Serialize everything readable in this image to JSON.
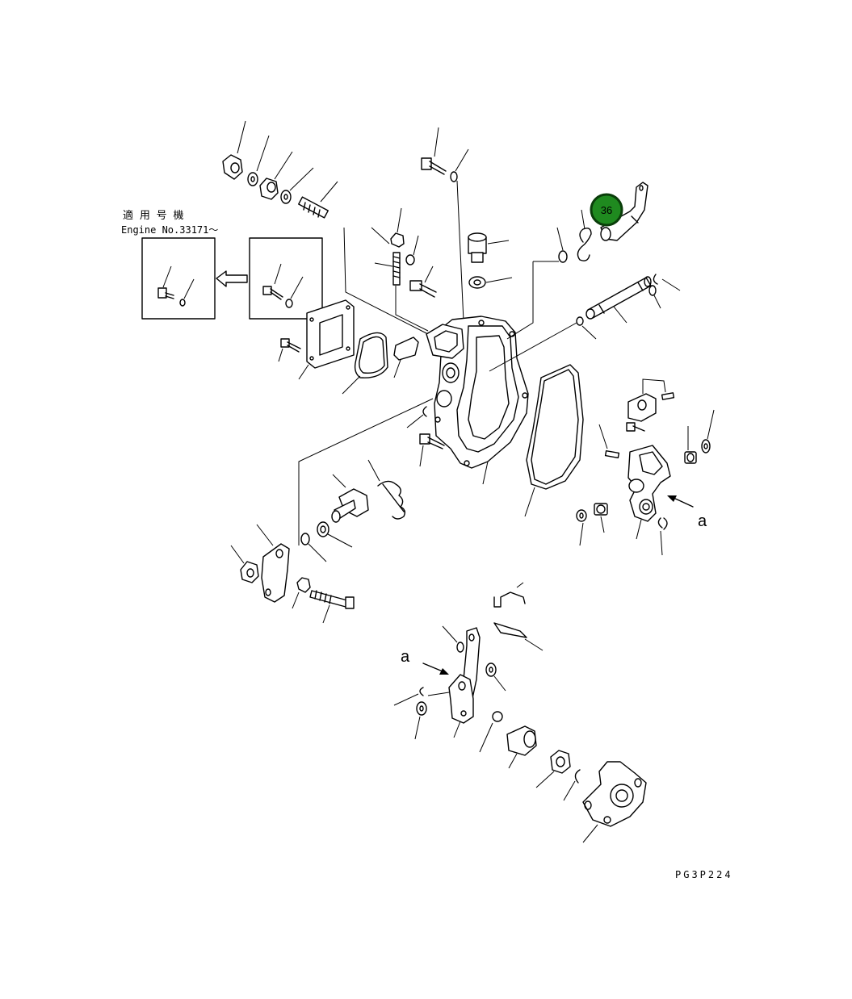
{
  "header": {
    "applicable_jp": "適 用 号 機",
    "engine_no": "Engine No.33171～"
  },
  "callout": {
    "number": "36",
    "fill_color": "#1f8a1f",
    "ring_color": "#0a3d0a",
    "text_color": "#ffffff"
  },
  "markers": {
    "view_a_upper": "a",
    "view_a_lower": "a"
  },
  "figure_code": "PG3P224",
  "icons": {
    "direction_arrow": "left-hollow-arrow-icon"
  }
}
